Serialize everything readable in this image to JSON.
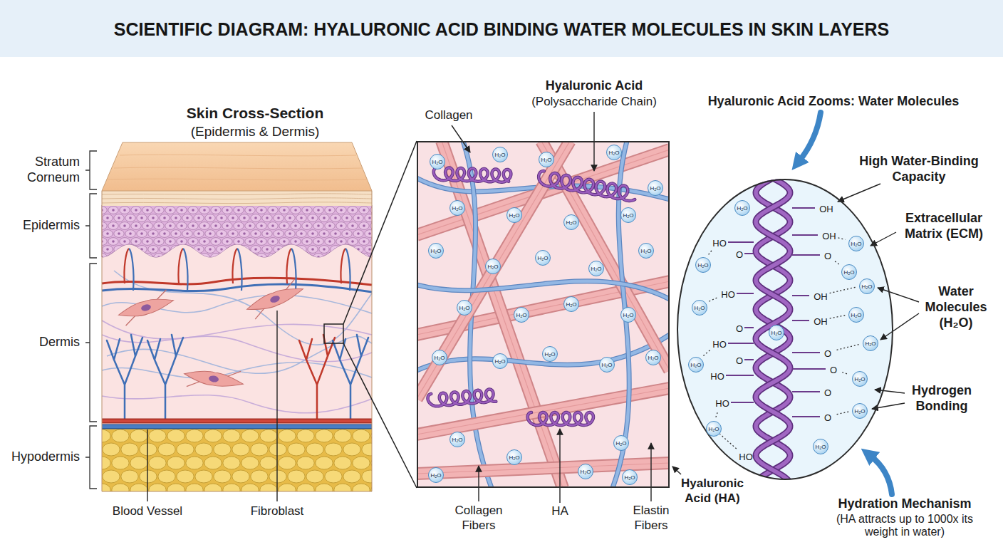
{
  "diagram": {
    "title": "SCIENTIFIC DIAGRAM: HYALURONIC ACID BINDING WATER MOLECULES IN SKIN LAYERS",
    "nodes": [
      {
        "text": [
          "Skin Cross-Section",
          "(Epidermis & Dermis)"
        ]
      },
      {
        "text": [
          "H₂O",
          "H₂O",
          "H₂O",
          "H₂O",
          "H₂O",
          "H₂O",
          "H₂O",
          "H₂O",
          "H₂O",
          "H₂O",
          "H₂O",
          "H₂O",
          "H₂O",
          "H₂O",
          "H₂O",
          "H₂O",
          "H₂O",
          "H₂O",
          "H₂O",
          "H₂O",
          "H₂O",
          "H₂O",
          "H₂O",
          "H₂O",
          "H₂O",
          "H₂O",
          "H₂O",
          "H₂O",
          "H₂O"
        ]
      },
      {
        "text": [
          "OH",
          "OH",
          "HO",
          "O",
          "O",
          "HO",
          "OH",
          "OH",
          "O",
          "HO",
          "O",
          "HO",
          "O",
          "O",
          "HO",
          "O",
          "O",
          "HO",
          "H₂O",
          "H₂O",
          "H₂O",
          "H₂O",
          "H₂O",
          "H₂O",
          "H₂O",
          "H₂O",
          "H₂O",
          "H₂O",
          "H₂O",
          "H₂O",
          "H₂O",
          "H₂O"
        ]
      }
    ],
    "labels": [
      "Stratum Corneum",
      "Epidermis",
      "Dermis",
      "Hypodermis",
      "Blood Vessel",
      "Fibroblast",
      "Collagen",
      "Hyaluronic Acid",
      "(Polysaccharide Chain)",
      "Collagen Fibers",
      "HA",
      "Elastin Fibers",
      "Hyaluronic Acid (HA)",
      "Hyaluronic Acid Zooms: Water Molecules",
      "High Water-Binding Capacity",
      "Extracellular Matrix (ECM)",
      "Water Molecules (H₂O)",
      "Hydrogen Bonding",
      "Hydration Mechanism",
      "(HA attracts up to 1000x its weight in water)"
    ]
  }
}
